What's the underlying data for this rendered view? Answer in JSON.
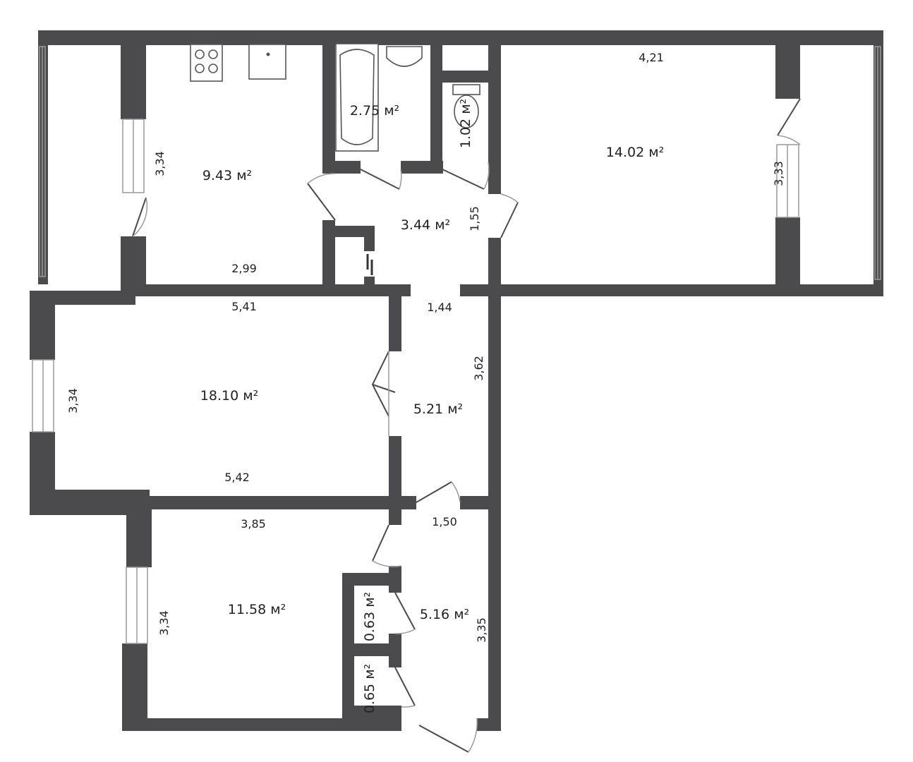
{
  "rooms": {
    "kitchen": {
      "area": "9.43 м²",
      "width": "2,99",
      "length": "3,34"
    },
    "bathroom": {
      "area": "2.75 м²"
    },
    "toilet": {
      "area": "1.02 м²"
    },
    "hall_top": {
      "area": "3.44 м²",
      "length": "1,55"
    },
    "bedroom_top_right": {
      "area": "14.02 м²",
      "width": "4,21",
      "length": "3,33"
    },
    "living_room": {
      "area": "18.10 м²",
      "width_top": "5,41",
      "width_bottom": "5,42",
      "length": "3,34"
    },
    "corridor_middle": {
      "area": "5.21 м²",
      "width": "1,44",
      "length": "3,62"
    },
    "bedroom_bottom": {
      "area": "11.58 м²",
      "width": "3,85",
      "length": "3,34"
    },
    "storage_1": {
      "area": "0.63 м²"
    },
    "storage_2": {
      "area": "0.65 м²"
    },
    "entrance_hall": {
      "area": "5.16 м²",
      "width": "1,50",
      "length": "3,35"
    }
  },
  "colors": {
    "wall": "#4b4b4d",
    "background": "#ffffff",
    "text": "#222222"
  }
}
